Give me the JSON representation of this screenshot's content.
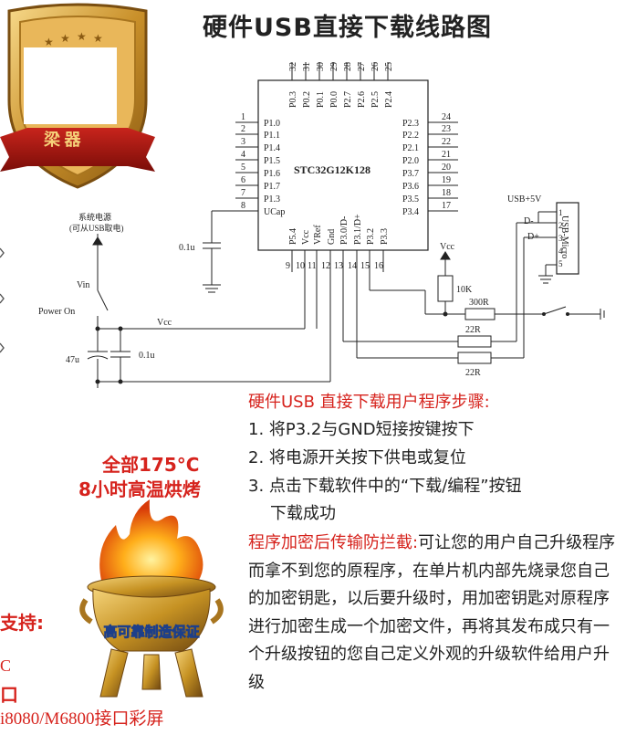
{
  "title": "硬件USB直接下载线路图",
  "badge": {
    "text": "梁 器"
  },
  "chip": {
    "name": "STC32G12K128",
    "top_pins": [
      "32",
      "31",
      "30",
      "29",
      "28",
      "27",
      "26",
      "25"
    ],
    "top_labels": [
      "P0.3",
      "P0.2",
      "P0.1",
      "P0.0",
      "P2.7",
      "P2.6",
      "P2.5",
      "P2.4"
    ],
    "left_pins": [
      "1",
      "2",
      "3",
      "4",
      "5",
      "6",
      "7",
      "8"
    ],
    "left_labels": [
      "P1.0",
      "P1.1",
      "P1.4",
      "P1.5",
      "P1.6",
      "P1.7",
      "P1.3",
      "UCap"
    ],
    "right_pins": [
      "24",
      "23",
      "22",
      "21",
      "20",
      "19",
      "18",
      "17"
    ],
    "right_labels": [
      "P2.3",
      "P2.2",
      "P2.1",
      "P2.0",
      "P3.7",
      "P3.6",
      "P3.5",
      "P3.4"
    ],
    "bottom_pins": [
      "9",
      "10",
      "11",
      "12",
      "13",
      "14",
      "15",
      "16"
    ],
    "bottom_labels": [
      "P5.4",
      "Vcc",
      "VRef",
      "Gnd",
      "P3.0/D-",
      "P3.1/D+",
      "P3.2",
      "P3.3"
    ]
  },
  "schematic": {
    "power_note_line1": "系统电源",
    "power_note_line2": "(可从USB取电)",
    "vin": "Vin",
    "power_on": "Power On",
    "vcc_left": "Vcc",
    "vcc_right": "Vcc",
    "cap_ucap": "0.1u",
    "cap_47u": "47u",
    "cap_01u": "0.1u",
    "r_10k": "10K",
    "r_300": "300R",
    "r_22a": "22R",
    "r_22b": "22R",
    "usb_5v": "USB+5V",
    "usb_dminus": "D-",
    "usb_dplus": "D+",
    "usb_label": "USB-Micro",
    "usb_pins": [
      "1",
      "2",
      "3",
      "4",
      "5"
    ]
  },
  "instructions": {
    "heading": "硬件USB 直接下载用户程序步骤:",
    "step1": "1. 将P3.2与GND短接按键按下",
    "step2": "2. 将电源开关按下供电或复位",
    "step3": "3. 点击下载软件中的“下载/编程”按钮",
    "step3b": "下载成功"
  },
  "encryption": {
    "lead": "程序加密后传输防拦截:",
    "body": "可让您的用户自己升级程序而拿不到您的原程序，在单片机内部先烧录您自己的加密钥匙，以后要升级时，用加密钥匙对原程序进行加密生成一个加密文件，再将其发布成只有一个升级按钮的您自己定义外观的升级软件给用户升级"
  },
  "bake": {
    "line1": "全部175°C",
    "line2": "8小时高温烘烤",
    "censer_text": "高可靠制造保证"
  },
  "left_strip": {
    "support": "支持:",
    "c_char": "C",
    "kou": "口",
    "bottom": "i8080/M6800接口彩屏"
  }
}
